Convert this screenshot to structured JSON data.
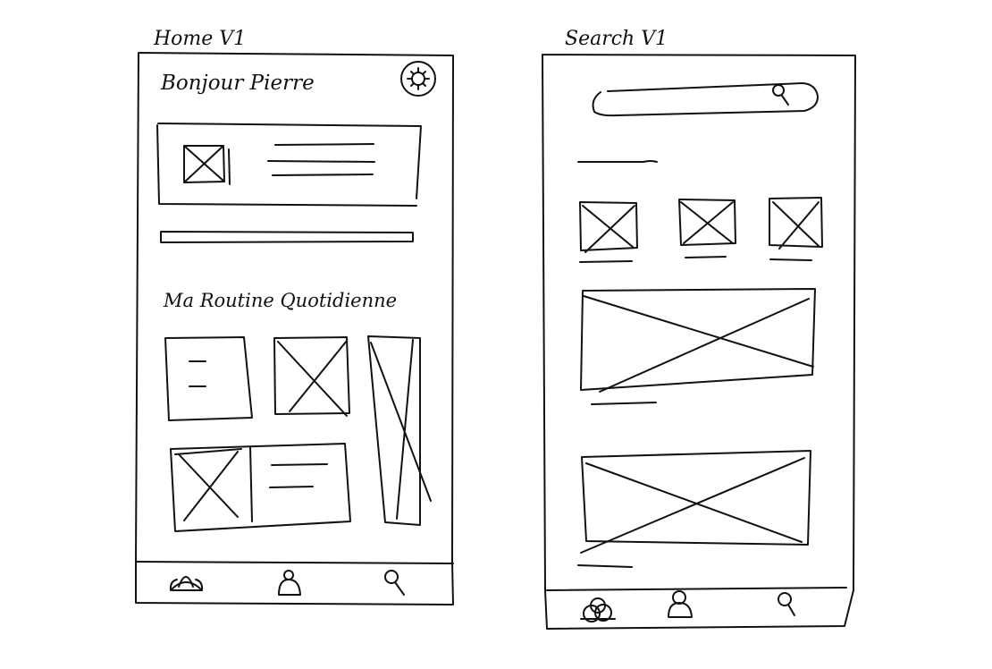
{
  "screens": [
    {
      "title": "Home V1",
      "greeting": "Bonjour Pierre",
      "section_title": "Ma Routine Quotidienne",
      "header_icon": "settings-icon",
      "nav_icons": [
        "lotus-icon",
        "person-icon",
        "search-icon"
      ]
    },
    {
      "title": "Search V1",
      "search_icon": "search-icon",
      "nav_icons": [
        "lotus-icon",
        "person-icon",
        "search-icon"
      ]
    }
  ],
  "colors": {
    "ink": "#111111",
    "paper": "#ffffff"
  }
}
